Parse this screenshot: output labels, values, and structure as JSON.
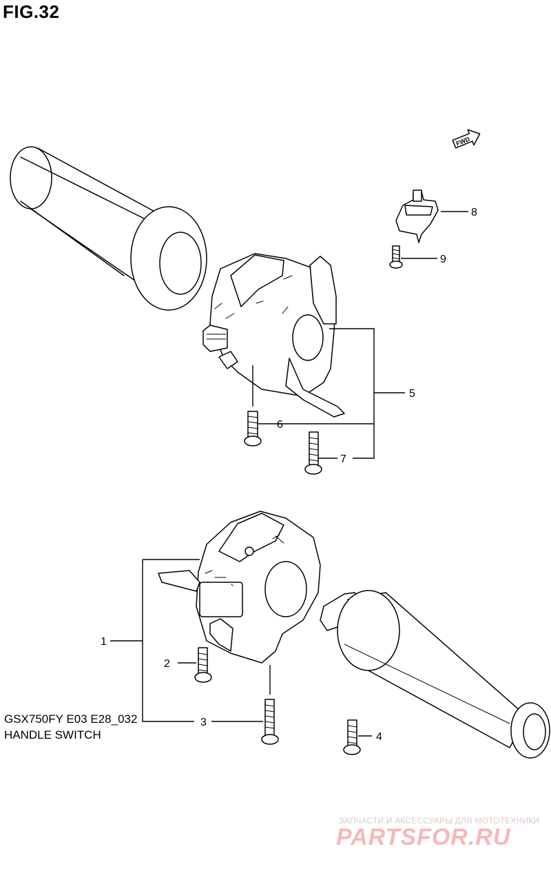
{
  "figure": {
    "title": "FIG.32"
  },
  "footer": {
    "model_code": "GSX750FY E03 E28_032",
    "section": "HANDLE SWITCH"
  },
  "fwd_label": "FWD",
  "callouts": [
    "1",
    "2",
    "3",
    "4",
    "5",
    "6",
    "7",
    "8",
    "9"
  ],
  "watermark": {
    "line1": "ЗАПЧАСТИ И АКСЕССУАРЫ ДЛЯ МОТОТЕХНИКИ",
    "line2": "PARTSFOR.RU"
  },
  "colors": {
    "line": "#000000",
    "background": "#ffffff",
    "watermark": "#f4b8b8"
  }
}
